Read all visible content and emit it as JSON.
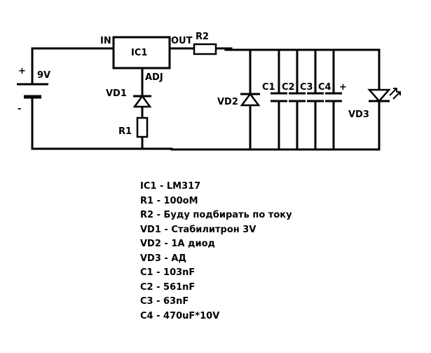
{
  "schematic": {
    "battery": {
      "label": "9V",
      "plus": "+",
      "minus": "-"
    },
    "regulator": {
      "ref": "IC1",
      "pin_in": "IN",
      "pin_out": "OUT",
      "pin_adj": "ADJ"
    },
    "r2": {
      "ref": "R2"
    },
    "r1": {
      "ref": "R1"
    },
    "vd1": {
      "ref": "VD1"
    },
    "vd2": {
      "ref": "VD2"
    },
    "vd3": {
      "ref": "VD3"
    },
    "capacitors": [
      "C1",
      "C2",
      "C3",
      "C4"
    ],
    "c4_polarity": "+"
  },
  "parts_list": [
    "IC1 - LM317",
    "R1 - 100oM",
    "R2 - Буду подбирать по току",
    "VD1 - Стабилитрон 3V",
    "VD2 - 1A диод",
    "VD3 - АД",
    "C1 - 103nF",
    "C2 - 561nF",
    "C3 - 63nF",
    "C4 - 470uF*10V"
  ]
}
